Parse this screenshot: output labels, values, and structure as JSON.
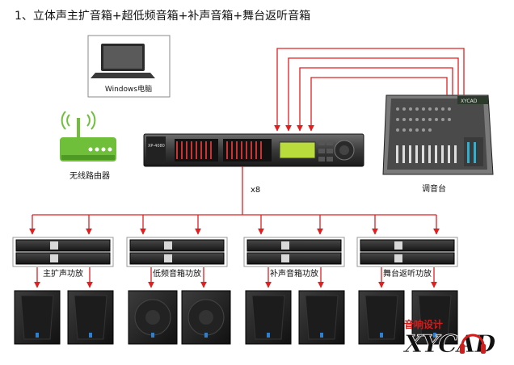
{
  "title": "1、立体声主扩音箱+超低频音箱+补声音箱+舞台返听音箱",
  "computer_label": "Windows电脑",
  "router_label": "无线路由器",
  "mixer_label": "调音台",
  "processor_model": "XP-4080",
  "mixer_brand": "XYCAD",
  "multiplier": "x8",
  "amp_groups": [
    {
      "label": "主扩声功放"
    },
    {
      "label": "低频音箱功放"
    },
    {
      "label": "补声音箱功放"
    },
    {
      "label": "舞台返听功放"
    }
  ],
  "watermark": {
    "top_text": "音响设计",
    "brand_text": "XYCAD"
  },
  "colors": {
    "signal_line": "#e02020",
    "device_dark": "#1e1e1e",
    "router_green": "#6fbf3a",
    "watermark_red": "#d21c1c"
  }
}
